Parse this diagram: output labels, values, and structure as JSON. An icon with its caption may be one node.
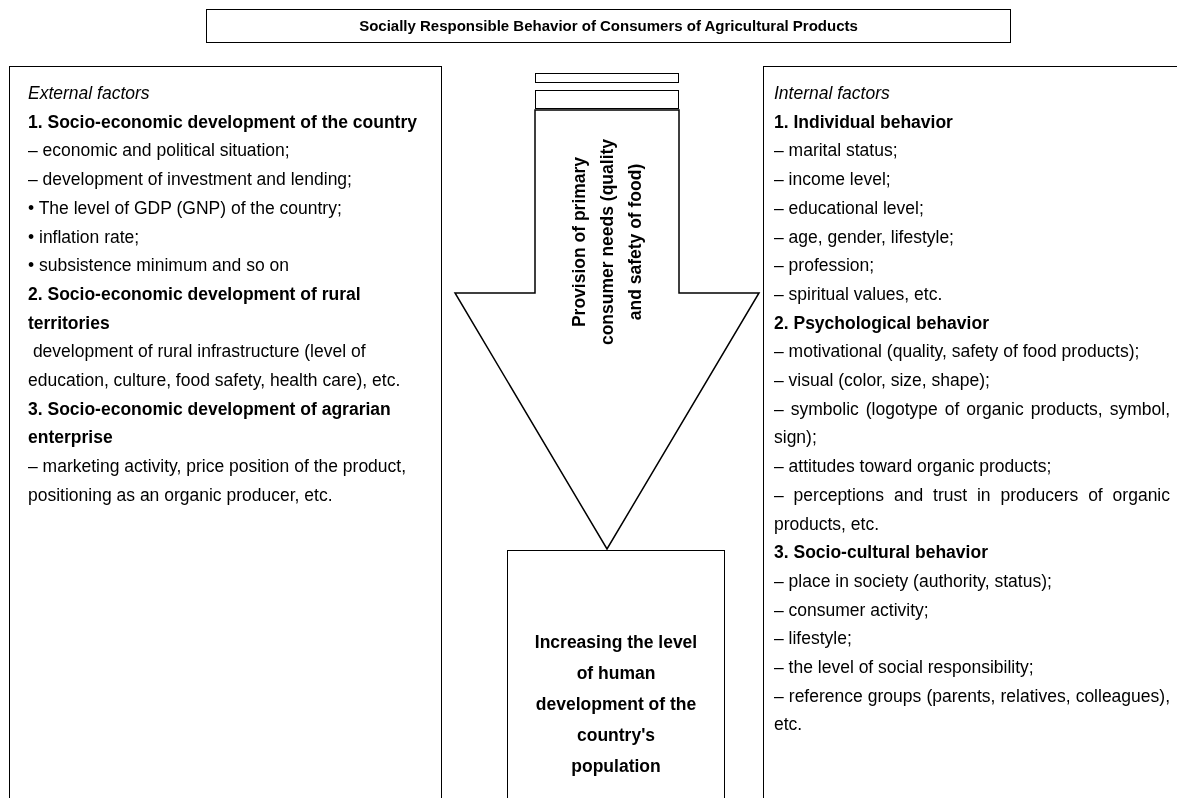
{
  "diagram": {
    "nodes": [
      {
        "text": [
          "Socially Responsible Behavior of Consumers of Agricultural Products"
        ]
      },
      {
        "text": [
          "External factors",
          "1. Socio-economic development of the country",
          "– economic and political situation;",
          "– development of investment and lending;",
          "• The level of GDP (GNP) of the country;",
          "• inflation rate;",
          "• subsistence minimum and so on",
          "2. Socio-economic development of rural territories",
          " development of rural infrastructure (level of education, culture, food safety, health care), etc.",
          "3. Socio-economic development of agrarian enterprise",
          "– marketing activity, price position of the product, positioning as an organic producer, etc."
        ]
      },
      {
        "text": [],
        "shape": "bar"
      },
      {
        "text": [],
        "shape": "bar"
      },
      {
        "text": [
          "Increasing the level of human development of the country's population"
        ]
      },
      {
        "text": [
          "Internal factors",
          "1. Individual behavior",
          "– marital status;",
          "– income level;",
          "– educational level;",
          "– age, gender, lifestyle;",
          "– profession;",
          "– spiritual values, etc.",
          "2. Psychological behavior",
          "– motivational (quality, safety of food products);",
          "– visual (color, size, shape);",
          "– symbolic (logotype of organic products, symbol, sign);",
          "– attitudes toward organic products;",
          "– perceptions and trust in producers of organic products, etc.",
          "3. Socio-cultural behavior",
          "– place in society (authority, status);",
          "– consumer activity;",
          "– lifestyle;",
          "– the level of social responsibility;",
          "– reference groups (parents, relatives, colleagues), etc."
        ]
      }
    ],
    "edges": [
      {
        "from": 3,
        "to": 4,
        "arrow": "to",
        "style": "thick",
        "label": "Provision of primary consumer needs (quality and safety of food)"
      }
    ]
  }
}
